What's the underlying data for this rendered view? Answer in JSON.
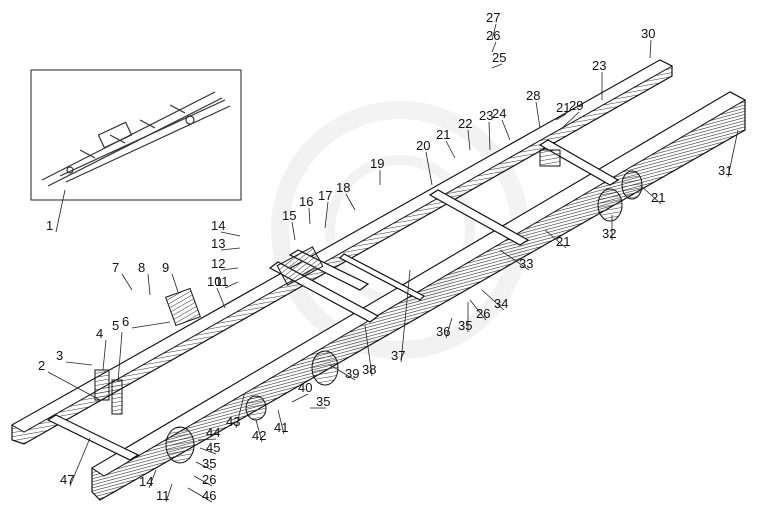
{
  "figure": {
    "inset_label": "1",
    "callouts": [
      {
        "id": "c27",
        "text": "27"
      },
      {
        "id": "c26a",
        "text": "26"
      },
      {
        "id": "c25",
        "text": "25"
      },
      {
        "id": "c30",
        "text": "30"
      },
      {
        "id": "c21a",
        "text": "21"
      },
      {
        "id": "c23a",
        "text": "23"
      },
      {
        "id": "c28",
        "text": "28"
      },
      {
        "id": "c29",
        "text": "29"
      },
      {
        "id": "c24",
        "text": "24"
      },
      {
        "id": "c23b",
        "text": "23"
      },
      {
        "id": "c22",
        "text": "22"
      },
      {
        "id": "c21b",
        "text": "21"
      },
      {
        "id": "c20",
        "text": "20"
      },
      {
        "id": "c19",
        "text": "19"
      },
      {
        "id": "c18",
        "text": "18"
      },
      {
        "id": "c17",
        "text": "17"
      },
      {
        "id": "c16",
        "text": "16"
      },
      {
        "id": "c15",
        "text": "15"
      },
      {
        "id": "c14a",
        "text": "14"
      },
      {
        "id": "c13",
        "text": "13"
      },
      {
        "id": "c12",
        "text": "12"
      },
      {
        "id": "c11a",
        "text": "11"
      },
      {
        "id": "c31",
        "text": "31"
      },
      {
        "id": "c21c",
        "text": "21"
      },
      {
        "id": "c32",
        "text": "32"
      },
      {
        "id": "c21d",
        "text": "21"
      },
      {
        "id": "c33",
        "text": "33"
      },
      {
        "id": "c34",
        "text": "34"
      },
      {
        "id": "c26b",
        "text": "26"
      },
      {
        "id": "c35a",
        "text": "35"
      },
      {
        "id": "c36",
        "text": "36"
      },
      {
        "id": "c37",
        "text": "37"
      },
      {
        "id": "c38",
        "text": "38"
      },
      {
        "id": "c39",
        "text": "39"
      },
      {
        "id": "c7",
        "text": "7"
      },
      {
        "id": "c8",
        "text": "8"
      },
      {
        "id": "c9",
        "text": "9"
      },
      {
        "id": "c10",
        "text": "10"
      },
      {
        "id": "c6",
        "text": "6"
      },
      {
        "id": "c4",
        "text": "4"
      },
      {
        "id": "c5",
        "text": "5"
      },
      {
        "id": "c3",
        "text": "3"
      },
      {
        "id": "c2",
        "text": "2"
      },
      {
        "id": "c40",
        "text": "40"
      },
      {
        "id": "c35b",
        "text": "35"
      },
      {
        "id": "c43",
        "text": "43"
      },
      {
        "id": "c42",
        "text": "42"
      },
      {
        "id": "c41",
        "text": "41"
      },
      {
        "id": "c44",
        "text": "44"
      },
      {
        "id": "c45",
        "text": "45"
      },
      {
        "id": "c35c",
        "text": "35"
      },
      {
        "id": "c26c",
        "text": "26"
      },
      {
        "id": "c46",
        "text": "46"
      },
      {
        "id": "c47",
        "text": "47"
      },
      {
        "id": "c14b",
        "text": "14"
      },
      {
        "id": "c11b",
        "text": "11"
      }
    ]
  }
}
